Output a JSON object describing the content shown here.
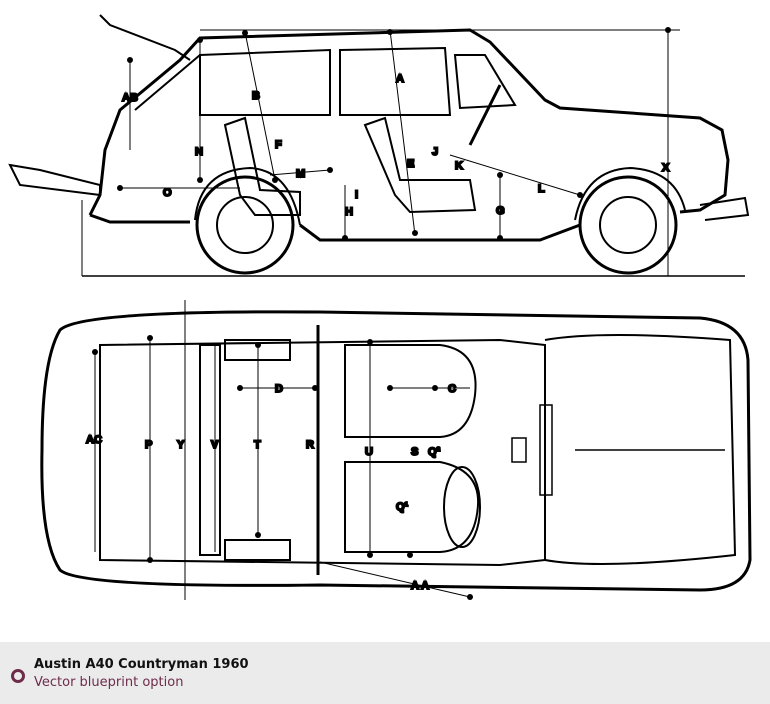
{
  "blueprint": {
    "side_labels": {
      "AB": "AB",
      "B": "B",
      "F": "F",
      "N": "N",
      "O": "O",
      "M": "M",
      "H": "H",
      "I": "I",
      "A": "A",
      "E": "E",
      "J": "J",
      "K": "K",
      "L": "L",
      "G": "G",
      "X": "X"
    },
    "top_labels": {
      "AC": "AC",
      "P": "P",
      "Y": "Y",
      "V": "V",
      "T": "T",
      "R": "R",
      "D": "D",
      "C": "C",
      "U": "U",
      "S": "S",
      "Q2": "Q²",
      "Q1": "Q¹",
      "AA": "A A"
    }
  },
  "caption": {
    "title": "Austin A40 Countryman 1960",
    "subtitle": "Vector blueprint option",
    "accent": "#6e2c4c"
  }
}
